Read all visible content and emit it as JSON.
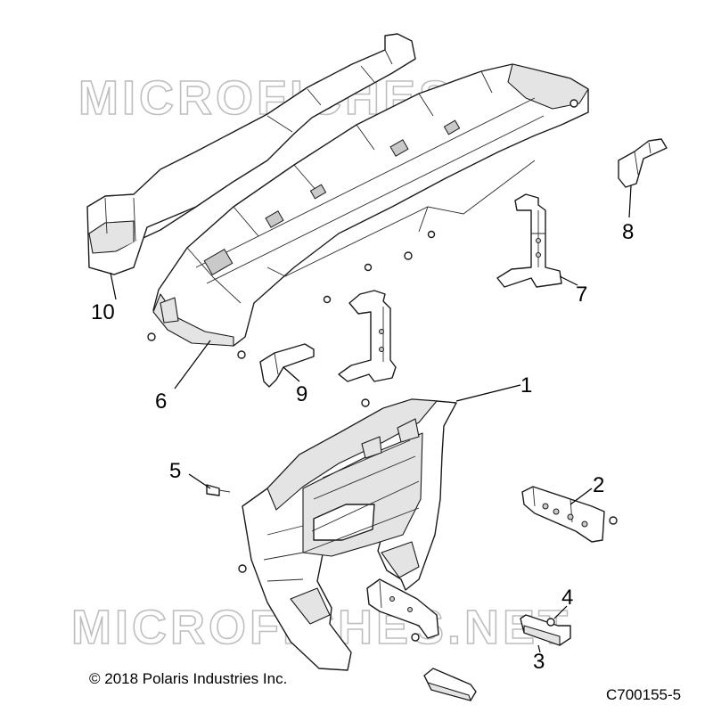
{
  "watermark": {
    "text": "MICROFICHES.NET"
  },
  "copyright": "© 2018 Polaris Industries Inc.",
  "drawing_id": "C700155-5",
  "callouts": {
    "c1": "1",
    "c2": "2",
    "c3": "3",
    "c4": "4",
    "c5": "5",
    "c6": "6",
    "c7": "7",
    "c8": "8",
    "c9": "9",
    "c10": "10"
  }
}
